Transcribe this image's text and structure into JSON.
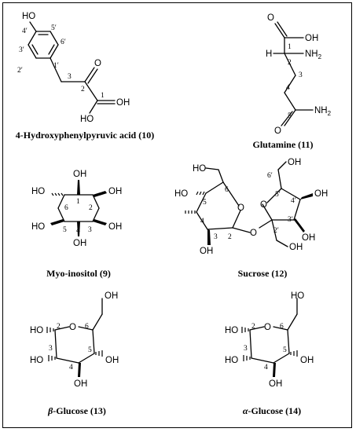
{
  "compounds": {
    "hppa": {
      "caption": "4-Hydroxyphenylpyruvic acid (10)",
      "atoms": {
        "ho": "HO",
        "o_keto": "O",
        "oh": "OH",
        "ho_acid": "HO"
      },
      "locants": [
        "4′",
        "5′",
        "6′",
        "1′",
        "2′",
        "3′",
        "3",
        "2",
        "1"
      ]
    },
    "glutamine": {
      "caption": "Glutamine (11)",
      "atoms": {
        "o_top": "O",
        "oh": "OH",
        "h": "H",
        "nh2": "NH",
        "nh2_sub": "2",
        "o_amide": "O",
        "nh2_amide": "NH",
        "nh2_amide_sub": "2"
      },
      "locants": [
        "1",
        "2",
        "3",
        "4",
        "5"
      ]
    },
    "myo_inositol": {
      "caption": "Myo-inositol (9)",
      "atoms": {
        "oh1": "OH",
        "oh2": "OH",
        "oh3": "OH",
        "oh4": "OH",
        "oh5": "HO",
        "oh6": "HO"
      },
      "locants": [
        "1",
        "2",
        "3",
        "4",
        "5",
        "6"
      ]
    },
    "sucrose": {
      "caption": "Sucrose (12)",
      "atoms": {
        "ho6": "HO",
        "ho5": "HO",
        "o_ring": "O",
        "o_bridge": "O",
        "oh3": "OH",
        "o_fru": "O",
        "oh6f": "OH",
        "oh4f": "OH",
        "oh3f": "OH",
        "oh1f": "OH"
      },
      "locants": [
        "6",
        "5",
        "4",
        "3",
        "2",
        "6′",
        "5′",
        "4′",
        "3′",
        "2′"
      ]
    },
    "beta_glucose": {
      "caption_prefix": "β",
      "caption_rest": "-Glucose (13)",
      "atoms": {
        "oh6": "OH",
        "o_ring": "O",
        "ho2": "HO",
        "ho3": "HO",
        "oh4": "OH",
        "oh5": "OH"
      },
      "locants": [
        "2",
        "6",
        "3",
        "5",
        "4"
      ]
    },
    "alpha_glucose": {
      "caption_prefix": "α",
      "caption_rest": "-Glucose (14)",
      "atoms": {
        "ho6": "HO",
        "o_ring": "O",
        "ho2": "HO",
        "ho3": "HO",
        "oh4": "OH",
        "oh5": "OH"
      },
      "locants": [
        "2",
        "6",
        "3",
        "5",
        "4"
      ]
    }
  }
}
